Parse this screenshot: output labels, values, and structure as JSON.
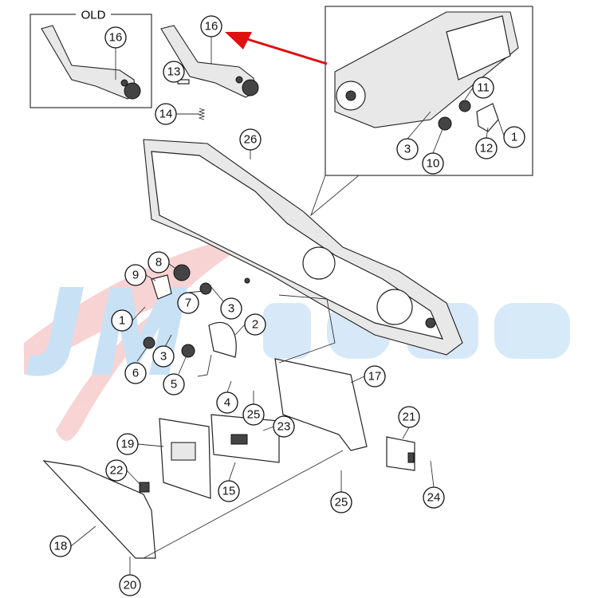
{
  "diagram": {
    "old_label": "OLD",
    "watermark_logo_text": "JM",
    "colors": {
      "arrow": "#e01010",
      "watermark_blue": "#9ec9ee",
      "watermark_red": "#f3b0b0"
    },
    "callouts": {
      "old_16": "16",
      "new_16": "16",
      "c13": "13",
      "c14": "14",
      "c26": "26",
      "inset_11": "11",
      "inset_1": "1",
      "inset_12": "12",
      "inset_10": "10",
      "inset_3": "3",
      "c8": "8",
      "c9": "9",
      "c7": "7",
      "c3a": "3",
      "c1": "1",
      "c2": "2",
      "c3b": "3",
      "c6": "6",
      "c5": "5",
      "c4": "4",
      "c25a": "25",
      "c17": "17",
      "c23": "23",
      "c21": "21",
      "c19": "19",
      "c22": "22",
      "c15": "15",
      "c25b": "25",
      "c24": "24",
      "c18": "18",
      "c20": "20"
    }
  }
}
